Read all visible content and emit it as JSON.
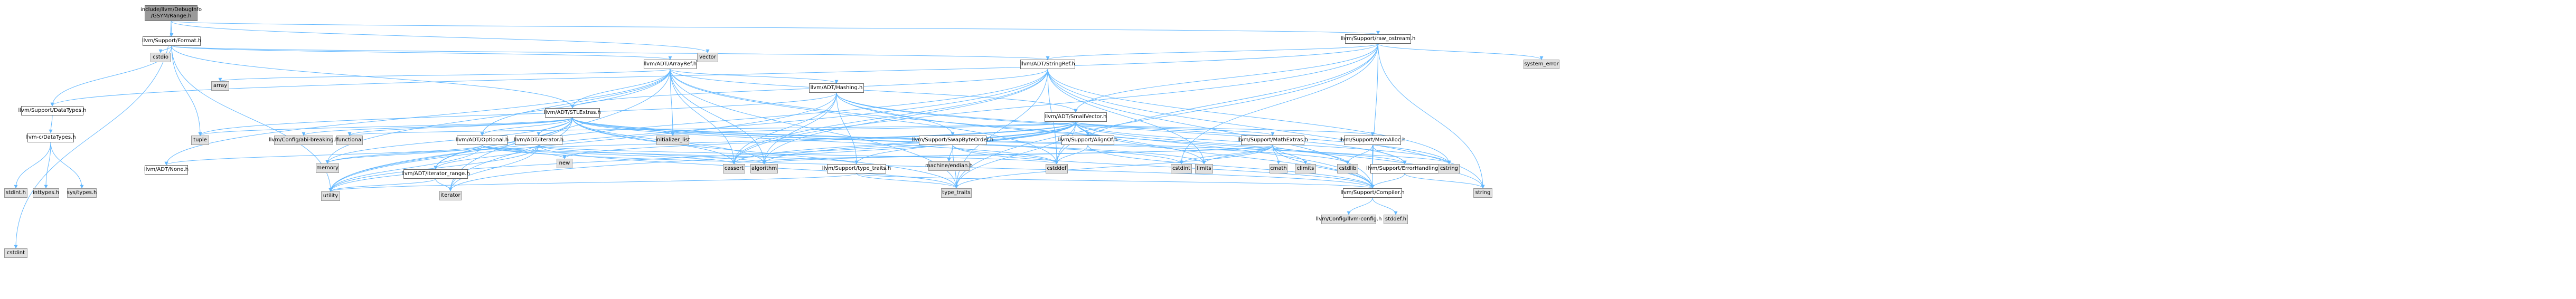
{
  "graph": {
    "root": {
      "label": "include/llvm/DebugInfo\n/GSYM/Range.h"
    },
    "nodes": {
      "cstdint_top": {
        "label": "cstdint",
        "kind": "sys"
      },
      "format": {
        "label": "llvm/Support/Format.h",
        "kind": "hdr"
      },
      "raw_ostream": {
        "label": "llvm/Support/raw_ostream.h",
        "kind": "hdr"
      },
      "vector": {
        "label": "vector",
        "kind": "sys"
      },
      "cstdio": {
        "label": "cstdio",
        "kind": "sys"
      },
      "arrayref": {
        "label": "llvm/ADT/ArrayRef.h",
        "kind": "hdr"
      },
      "stringref": {
        "label": "llvm/ADT/StringRef.h",
        "kind": "hdr"
      },
      "system_error": {
        "label": "system_error",
        "kind": "sys"
      },
      "array": {
        "label": "array",
        "kind": "sys"
      },
      "hashing": {
        "label": "llvm/ADT/Hashing.h",
        "kind": "hdr"
      },
      "smallvector": {
        "label": "llvm/ADT/SmallVector.h",
        "kind": "hdr"
      },
      "stlextras": {
        "label": "llvm/ADT/STLExtras.h",
        "kind": "hdr"
      },
      "datatypes": {
        "label": "llvm/Support/DataTypes.h",
        "kind": "hdr"
      },
      "ctypes": {
        "label": "llvm-c/DataTypes.h",
        "kind": "hdr"
      },
      "tuple": {
        "label": "tuple",
        "kind": "sys"
      },
      "config_abi": {
        "label": "llvm/Config/abi-breaking.h",
        "kind": "sys"
      },
      "functional": {
        "label": "functional",
        "kind": "sys"
      },
      "optional": {
        "label": "llvm/ADT/Optional.h",
        "kind": "hdr"
      },
      "init_list": {
        "label": "initializer_list",
        "kind": "sys"
      },
      "iterator_h": {
        "label": "llvm/ADT/iterator.h",
        "kind": "hdr"
      },
      "swapbyte": {
        "label": "llvm/Support/SwapByteOrder.h",
        "kind": "hdr"
      },
      "alignof": {
        "label": "llvm/Support/AlignOf.h",
        "kind": "hdr"
      },
      "mathextras": {
        "label": "llvm/Support/MathExtras.h",
        "kind": "hdr"
      },
      "memalloc": {
        "label": "llvm/Support/MemAlloc.h",
        "kind": "hdr"
      },
      "none": {
        "label": "llvm/ADT/None.h",
        "kind": "hdr"
      },
      "memory": {
        "label": "memory",
        "kind": "sys"
      },
      "iter_range": {
        "label": "llvm/ADT/iterator_range.h",
        "kind": "hdr"
      },
      "new": {
        "label": "new",
        "kind": "sys"
      },
      "cassert": {
        "label": "cassert",
        "kind": "sys"
      },
      "algorithm": {
        "label": "algorithm",
        "kind": "sys"
      },
      "type_traits_h": {
        "label": "llvm/Support/type_traits.h",
        "kind": "hdr"
      },
      "machine_endian": {
        "label": "machine/endian.h",
        "kind": "sys"
      },
      "cstddef": {
        "label": "cstddef",
        "kind": "sys"
      },
      "cstdint_mid": {
        "label": "cstdint",
        "kind": "sys"
      },
      "limits": {
        "label": "limits",
        "kind": "sys"
      },
      "cmath": {
        "label": "cmath",
        "kind": "sys"
      },
      "climits": {
        "label": "climits",
        "kind": "sys"
      },
      "cstdlib": {
        "label": "cstdlib",
        "kind": "sys"
      },
      "error_handling": {
        "label": "llvm/Support/ErrorHandling.h",
        "kind": "hdr"
      },
      "cstring": {
        "label": "cstring",
        "kind": "sys"
      },
      "utility": {
        "label": "utility",
        "kind": "sys"
      },
      "iterator": {
        "label": "iterator",
        "kind": "sys"
      },
      "type_traits": {
        "label": "type_traits",
        "kind": "sys"
      },
      "compiler": {
        "label": "llvm/Support/Compiler.h",
        "kind": "hdr"
      },
      "string": {
        "label": "string",
        "kind": "sys"
      },
      "stdint": {
        "label": "stdint.h",
        "kind": "sys"
      },
      "inttypes": {
        "label": "inttypes.h",
        "kind": "sys"
      },
      "systypes": {
        "label": "sys/types.h",
        "kind": "sys"
      },
      "llvm_config": {
        "label": "llvm/Config/llvm-config.h",
        "kind": "sys"
      },
      "stddef": {
        "label": "stddef.h",
        "kind": "sys"
      }
    },
    "edges": [
      [
        "root",
        "cstdint_top"
      ],
      [
        "root",
        "format"
      ],
      [
        "root",
        "raw_ostream"
      ],
      [
        "root",
        "vector"
      ],
      [
        "format",
        "cstdio"
      ],
      [
        "format",
        "arrayref"
      ],
      [
        "format",
        "stringref"
      ],
      [
        "format",
        "stlextras"
      ],
      [
        "format",
        "datatypes"
      ],
      [
        "format",
        "tuple"
      ],
      [
        "format",
        "utility"
      ],
      [
        "raw_ostream",
        "stringref"
      ],
      [
        "raw_ostream",
        "datatypes"
      ],
      [
        "raw_ostream",
        "cassert"
      ],
      [
        "raw_ostream",
        "cstddef"
      ],
      [
        "raw_ostream",
        "cstdint_mid"
      ],
      [
        "raw_ostream",
        "string"
      ],
      [
        "raw_ostream",
        "system_error"
      ],
      [
        "raw_ostream",
        "type_traits"
      ],
      [
        "raw_ostream",
        "smallvector"
      ],
      [
        "raw_ostream",
        "compiler"
      ],
      [
        "arrayref",
        "hashing"
      ],
      [
        "arrayref",
        "none"
      ],
      [
        "arrayref",
        "optional"
      ],
      [
        "arrayref",
        "smallvector"
      ],
      [
        "arrayref",
        "stlextras"
      ],
      [
        "arrayref",
        "compiler"
      ],
      [
        "arrayref",
        "algorithm"
      ],
      [
        "arrayref",
        "array"
      ],
      [
        "arrayref",
        "cassert"
      ],
      [
        "arrayref",
        "cstddef"
      ],
      [
        "arrayref",
        "init_list"
      ],
      [
        "arrayref",
        "iterator"
      ],
      [
        "arrayref",
        "memory"
      ],
      [
        "arrayref",
        "type_traits"
      ],
      [
        "arrayref",
        "vector"
      ],
      [
        "stringref",
        "stlextras"
      ],
      [
        "stringref",
        "iter_range"
      ],
      [
        "stringref",
        "compiler"
      ],
      [
        "stringref",
        "algorithm"
      ],
      [
        "stringref",
        "cassert"
      ],
      [
        "stringref",
        "cstddef"
      ],
      [
        "stringref",
        "cstring"
      ],
      [
        "stringref",
        "limits"
      ],
      [
        "stringref",
        "string"
      ],
      [
        "stringref",
        "type_traits"
      ],
      [
        "stringref",
        "utility"
      ],
      [
        "hashing",
        "error_handling"
      ],
      [
        "hashing",
        "swapbyte"
      ],
      [
        "hashing",
        "type_traits_h"
      ],
      [
        "hashing",
        "algorithm"
      ],
      [
        "hashing",
        "cassert"
      ],
      [
        "hashing",
        "cstring"
      ],
      [
        "hashing",
        "string"
      ],
      [
        "hashing",
        "tuple"
      ],
      [
        "hashing",
        "utility"
      ],
      [
        "smallvector",
        "compiler"
      ],
      [
        "smallvector",
        "mathextras"
      ],
      [
        "smallvector",
        "memalloc"
      ],
      [
        "smallvector",
        "alignof"
      ],
      [
        "smallvector",
        "type_traits_h"
      ],
      [
        "smallvector",
        "algorithm"
      ],
      [
        "smallvector",
        "cassert"
      ],
      [
        "smallvector",
        "cstddef"
      ],
      [
        "smallvector",
        "cstdlib"
      ],
      [
        "smallvector",
        "cstring"
      ],
      [
        "smallvector",
        "functional"
      ],
      [
        "smallvector",
        "init_list"
      ],
      [
        "smallvector",
        "iterator"
      ],
      [
        "smallvector",
        "limits"
      ],
      [
        "smallvector",
        "memory"
      ],
      [
        "smallvector",
        "new"
      ],
      [
        "smallvector",
        "type_traits"
      ],
      [
        "smallvector",
        "utility"
      ],
      [
        "stlextras",
        "optional"
      ],
      [
        "stlextras",
        "iterator_h"
      ],
      [
        "stlextras",
        "iter_range"
      ],
      [
        "stlextras",
        "config_abi"
      ],
      [
        "stlextras",
        "error_handling"
      ],
      [
        "stlextras",
        "algorithm"
      ],
      [
        "stlextras",
        "cassert"
      ],
      [
        "stlextras",
        "cstddef"
      ],
      [
        "stlextras",
        "cstdint_mid"
      ],
      [
        "stlextras",
        "cstdlib"
      ],
      [
        "stlextras",
        "functional"
      ],
      [
        "stlextras",
        "init_list"
      ],
      [
        "stlextras",
        "iterator"
      ],
      [
        "stlextras",
        "limits"
      ],
      [
        "stlextras",
        "memory"
      ],
      [
        "stlextras",
        "tuple"
      ],
      [
        "stlextras",
        "type_traits"
      ],
      [
        "stlextras",
        "utility"
      ],
      [
        "datatypes",
        "ctypes"
      ],
      [
        "ctypes",
        "inttypes"
      ],
      [
        "ctypes",
        "systypes"
      ],
      [
        "ctypes",
        "stdint"
      ],
      [
        "optional",
        "none"
      ],
      [
        "optional",
        "compiler"
      ],
      [
        "optional",
        "type_traits_h"
      ],
      [
        "optional",
        "cassert"
      ],
      [
        "optional",
        "memory"
      ],
      [
        "optional",
        "new"
      ],
      [
        "optional",
        "utility"
      ],
      [
        "iterator_h",
        "iter_range"
      ],
      [
        "iterator_h",
        "algorithm"
      ],
      [
        "iterator_h",
        "cstddef"
      ],
      [
        "iterator_h",
        "iterator"
      ],
      [
        "iterator_h",
        "type_traits"
      ],
      [
        "iterator_h",
        "utility"
      ],
      [
        "iter_range",
        "iterator"
      ],
      [
        "iter_range",
        "utility"
      ],
      [
        "swapbyte",
        "compiler"
      ],
      [
        "swapbyte",
        "cstddef"
      ],
      [
        "swapbyte",
        "type_traits"
      ],
      [
        "swapbyte",
        "machine_endian"
      ],
      [
        "alignof",
        "compiler"
      ],
      [
        "alignof",
        "cstddef"
      ],
      [
        "mathextras",
        "compiler"
      ],
      [
        "mathextras",
        "algorithm"
      ],
      [
        "mathextras",
        "cassert"
      ],
      [
        "mathextras",
        "climits"
      ],
      [
        "mathextras",
        "cmath"
      ],
      [
        "mathextras",
        "cstdint_mid"
      ],
      [
        "mathextras",
        "cstring"
      ],
      [
        "mathextras",
        "limits"
      ],
      [
        "mathextras",
        "type_traits"
      ],
      [
        "memalloc",
        "compiler"
      ],
      [
        "memalloc",
        "error_handling"
      ],
      [
        "memalloc",
        "cstdlib"
      ],
      [
        "error_handling",
        "compiler"
      ],
      [
        "error_handling",
        "string"
      ],
      [
        "type_traits_h",
        "compiler"
      ],
      [
        "type_traits_h",
        "type_traits"
      ],
      [
        "type_traits_h",
        "utility"
      ],
      [
        "compiler",
        "llvm_config"
      ],
      [
        "compiler",
        "stddef"
      ]
    ]
  }
}
